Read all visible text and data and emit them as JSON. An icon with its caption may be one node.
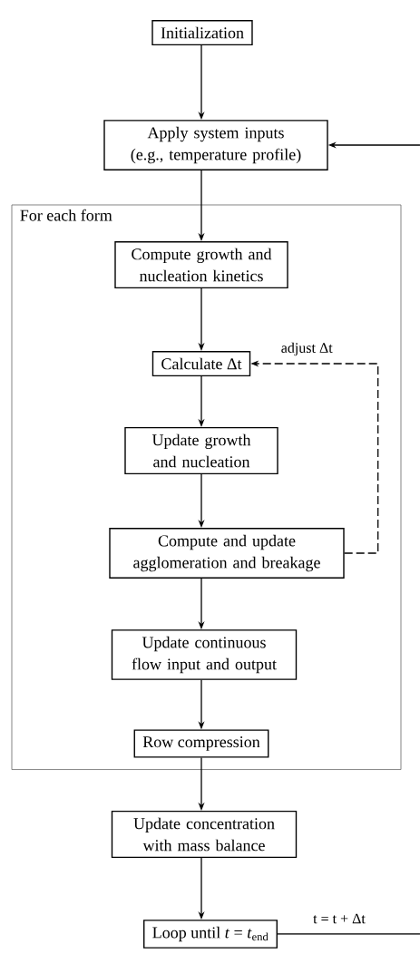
{
  "diagram": {
    "nodes": [
      {
        "text": [
          "Initialization"
        ]
      },
      {
        "text": [
          "Apply system inputs (e.g., temperature profile)"
        ]
      },
      {
        "text": [
          "For each form"
        ]
      },
      {
        "text": [
          "Compute growth and nucleation kinetics"
        ],
        "in": 2
      },
      {
        "text": [
          "Calculate Δt"
        ],
        "in": 2
      },
      {
        "text": [
          "Update growth and nucleation"
        ],
        "in": 2
      },
      {
        "text": [
          "Compute and update agglomeration and breakage"
        ],
        "in": 2
      },
      {
        "text": [
          "Update continuous flow input and output"
        ],
        "in": 2
      },
      {
        "text": [
          "Row compression"
        ],
        "in": 2
      },
      {
        "text": [
          "Update concentration with mass balance"
        ]
      },
      {
        "text": [
          "Loop until *t* = *t*$_{end}$"
        ]
      }
    ],
    "edges": [
      {
        "from": 0,
        "to": 1,
        "arrow": "to"
      },
      {
        "from": 1,
        "to": 3,
        "arrow": "to"
      },
      {
        "from": 3,
        "to": 4,
        "arrow": "to"
      },
      {
        "from": 4,
        "to": 5,
        "arrow": "to"
      },
      {
        "from": 5,
        "to": 6,
        "arrow": "to"
      },
      {
        "from": 6,
        "to": 4,
        "arrow": "to",
        "style": "dashed",
        "label": "adjust Δt"
      },
      {
        "from": 6,
        "to": 7,
        "arrow": "to"
      },
      {
        "from": 7,
        "to": 8,
        "arrow": "to"
      },
      {
        "from": 8,
        "to": 9,
        "arrow": "to"
      },
      {
        "from": 9,
        "to": 10,
        "arrow": "to"
      },
      {
        "from": 10,
        "to": null,
        "arrow": "none",
        "label": "t = t + Δt"
      },
      {
        "from": null,
        "to": 1,
        "arrow": "to"
      }
    ]
  }
}
